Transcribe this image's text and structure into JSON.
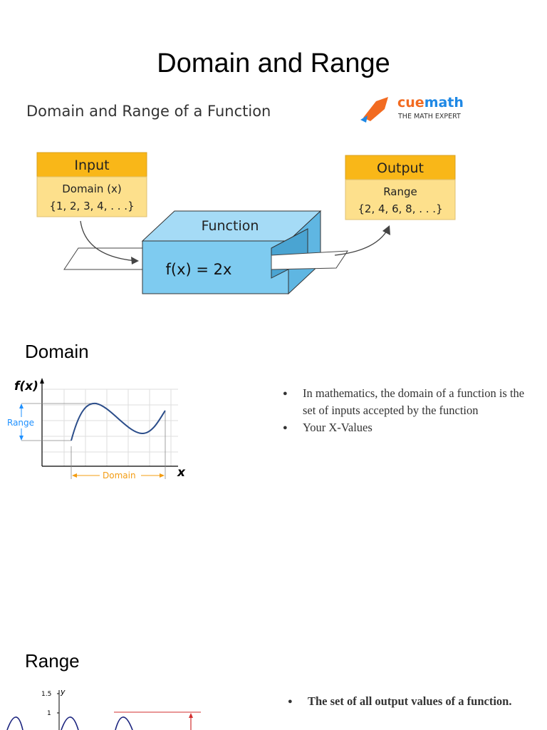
{
  "page": {
    "title": "Domain and Range"
  },
  "diagram": {
    "heading": "Domain and Range of a Function",
    "brand_name_cue": "cue",
    "brand_name_math": "math",
    "brand_tagline": "THE MATH EXPERT",
    "input_header": "Input",
    "input_line1": "Domain (x)",
    "input_line2": "{1, 2, 3, 4, . . .}",
    "function_label": "Function",
    "function_formula": "f(x) = 2x",
    "output_header": "Output",
    "output_line1": "Range",
    "output_line2": "{2, 4, 6, 8, . . .}",
    "colors": {
      "header_fill": "#f9b718",
      "box_fill": "#fde08c",
      "cube_front": "#7ecbf0",
      "cube_top": "#a5dbf6",
      "cube_side": "#5fb6e2",
      "brand_orange": "#f26b21",
      "brand_blue": "#1e88e5"
    }
  },
  "domain_section": {
    "heading": "Domain",
    "graph": {
      "y_label": "f(x)",
      "x_label": "x",
      "range_label": "Range",
      "domain_label": "Domain",
      "label_color": "#1e90ff",
      "domain_color": "#f39c12",
      "curve_color": "#2b4d8a"
    },
    "bullets": [
      "In mathematics, the domain of a function is the set of inputs accepted by the function",
      "Your X-Values"
    ]
  },
  "range_section": {
    "heading": "Range",
    "graph": {
      "y_axis_label": "y",
      "tick_labels": [
        "1.5",
        "1"
      ],
      "curve_color": "#1a237e",
      "marker_color": "#d32f2f"
    },
    "bullets": [
      "The set of all output values of a function."
    ]
  }
}
